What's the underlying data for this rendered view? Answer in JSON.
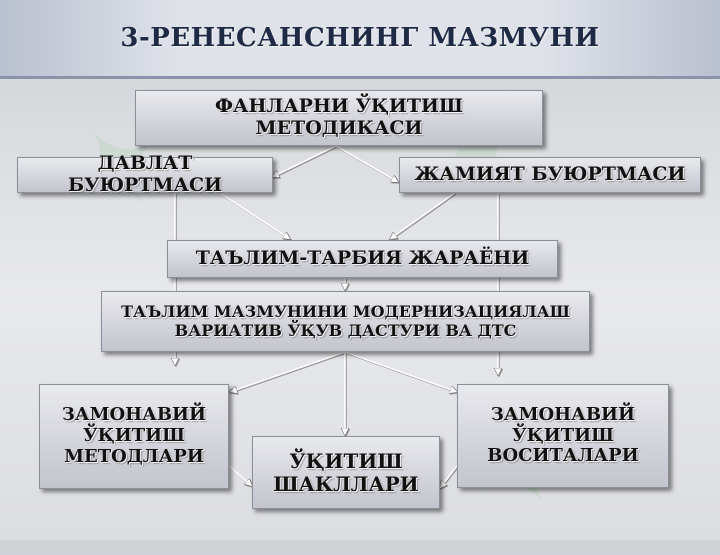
{
  "title": "3-РЕНЕСАНСНИНГ МАЗМУНИ",
  "boxes": {
    "top": "ФАНЛАРНИ ЎҚИТИШ\nМЕТОДИКАСИ",
    "state_order": "ДАВЛАТ\nБУЮРТМАСИ",
    "society_order": "ЖАМИЯТ БУЮРТМАСИ",
    "education_process": "ТАЪЛИМ-ТАРБИЯ ЖАРАЁНИ",
    "modernization": "ТАЪЛИМ МАЗМУНИНИ МОДЕРНИЗАЦИЯЛАШ\nВАРИАТИВ ЎҚУВ ДАСТУРИ ВА ДТС",
    "modern_methods": "ЗАМОНАВИЙ\nЎҚИТИШ\nМЕТОДЛАРИ",
    "teaching_forms": "ЎҚИТИШ\nШАКЛЛАРИ",
    "modern_tools": "ЗАМОНАВИЙ\nЎҚИТИШ\nВОСИТАЛАРИ"
  },
  "colors": {
    "title_text": "#1f2a44",
    "box_border": "#8c8f9b",
    "arrow": "#ffffff"
  }
}
